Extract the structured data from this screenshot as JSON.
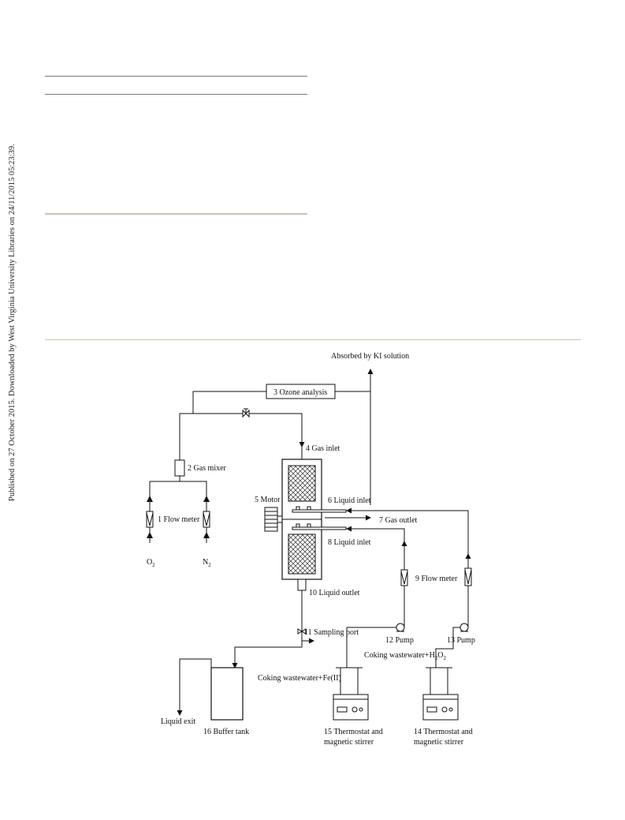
{
  "side_note": "Published on 27 October 2015. Downloaded by West Virginia University Libraries on 24/11/2015 05:23:39.",
  "rules": {
    "top_color": "#7a7a7a",
    "mid_color": "#c8c4b4",
    "wide_color": "#c9c3b0"
  },
  "diagram": {
    "labels": {
      "ki": "Absorbed by KI solution",
      "ozone": "3 Ozone analysis",
      "gas_inlet": "4 Gas inlet",
      "gas_mixer": "2 Gas mixer",
      "motor": "5 Motor",
      "liquid_inlet_6": "6 Liquid inlet",
      "gas_outlet": "7 Gas outlet",
      "liquid_inlet_8": "8 Liquid inlet",
      "flow_meter_1": "1 Flow meter",
      "o2": "O",
      "o2_sub": "2",
      "n2": "N",
      "n2_sub": "2",
      "flow_meter_9": "9 Flow meter",
      "liquid_outlet": "10 Liquid outlet",
      "sampling": "11 Sampling port",
      "pump12": "12 Pump",
      "pump13": "13 Pump",
      "feed_h2o2": "Coking wastewater+H",
      "feed_h2o2_sub": "2",
      "feed_h2o2_o": "O",
      "feed_h2o2_sub2": "2",
      "feed_fe": "Coking wastewater+Fe(II)",
      "liquid_exit": "Liquid exit",
      "buffer": "16 Buffer tank",
      "stirrer15_a": "15 Thermostat and",
      "stirrer15_b": "magnetic stirrer",
      "stirrer14_a": "14 Thermostat and",
      "stirrer14_b": "magnetic stirrer"
    }
  }
}
